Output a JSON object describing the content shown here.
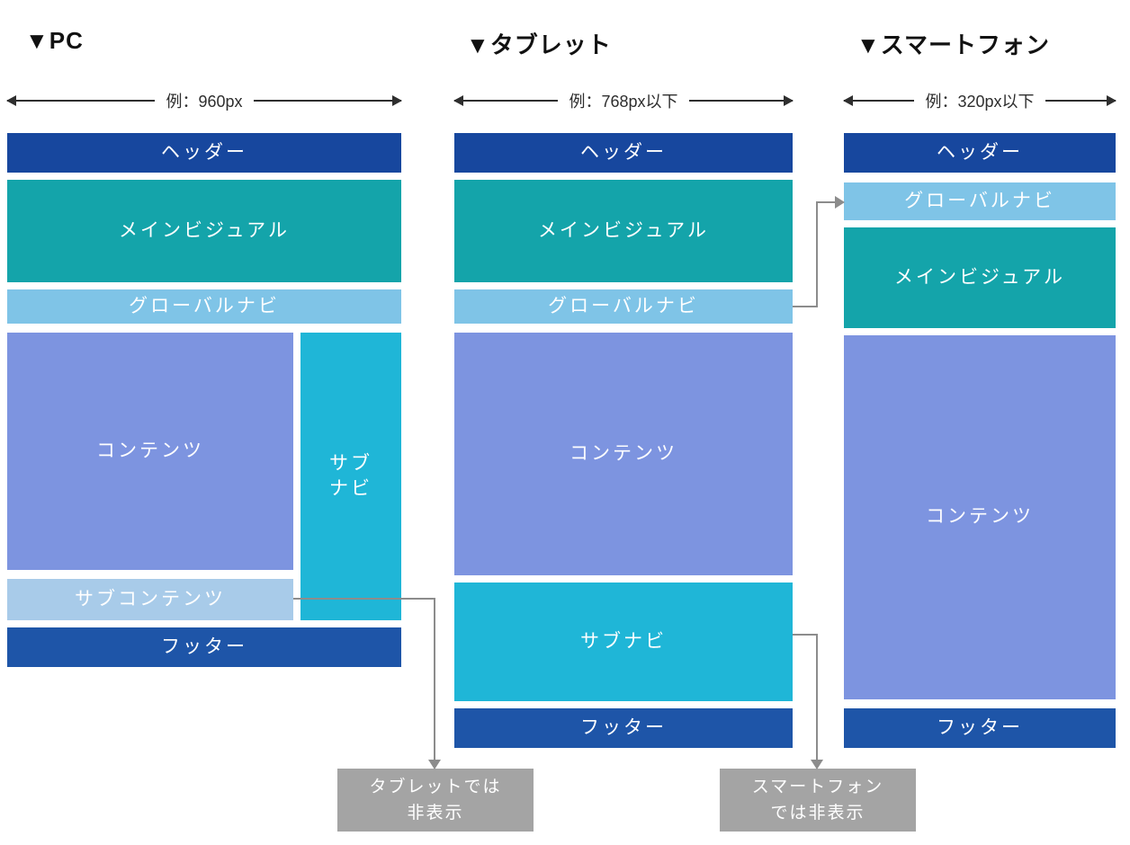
{
  "diagram": {
    "columns": [
      {
        "key": "pc",
        "title": "▼PC",
        "width_label": "例：960px",
        "blocks": {
          "header": "ヘッダー",
          "main_visual": "メインビジュアル",
          "global_nav": "グローバルナビ",
          "contents": "コンテンツ",
          "sub_nav": "サブ\nナビ",
          "sub_contents": "サブコンテンツ",
          "footer": "フッター"
        }
      },
      {
        "key": "tablet",
        "title": "▼タブレット",
        "width_label": "例：768px以下",
        "blocks": {
          "header": "ヘッダー",
          "main_visual": "メインビジュアル",
          "global_nav": "グローバルナビ",
          "contents": "コンテンツ",
          "sub_nav": "サブナビ",
          "footer": "フッター"
        }
      },
      {
        "key": "smartphone",
        "title": "▼スマートフォン",
        "width_label": "例：320px以下",
        "blocks": {
          "header": "ヘッダー",
          "global_nav": "グローバルナビ",
          "main_visual": "メインビジュアル",
          "contents": "コンテンツ",
          "footer": "フッター"
        }
      }
    ],
    "notes": [
      {
        "text": "タブレットでは\n非表示"
      },
      {
        "text": "スマートフォン\nでは非表示"
      }
    ],
    "colors": {
      "header": "#17479e",
      "main_visual": "#14a4aa",
      "global_nav": "#7fc4e7",
      "contents": "#7d94e0",
      "sub_nav": "#1fb6d7",
      "sub_contents": "#a8cbe9",
      "footer": "#1e55a8",
      "note_background": "#a4a4a4",
      "connector": "#8c8c8c"
    }
  }
}
